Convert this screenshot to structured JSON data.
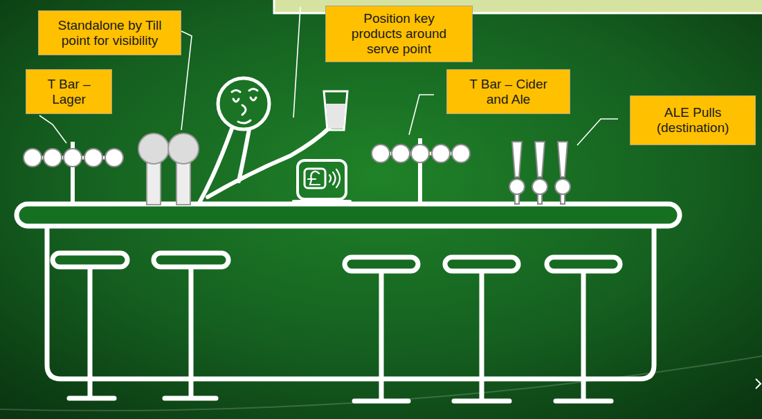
{
  "diagram": {
    "nodes": [
      {
        "text": [
          "T Bar – Lager"
        ]
      },
      {
        "text": [
          "Standalone by Till point for visibility"
        ]
      },
      {
        "text": [
          "Position key products around serve point"
        ]
      },
      {
        "text": [
          "T Bar – Cider and Ale"
        ]
      },
      {
        "text": [
          "ALE Pulls (destination)"
        ]
      }
    ]
  }
}
